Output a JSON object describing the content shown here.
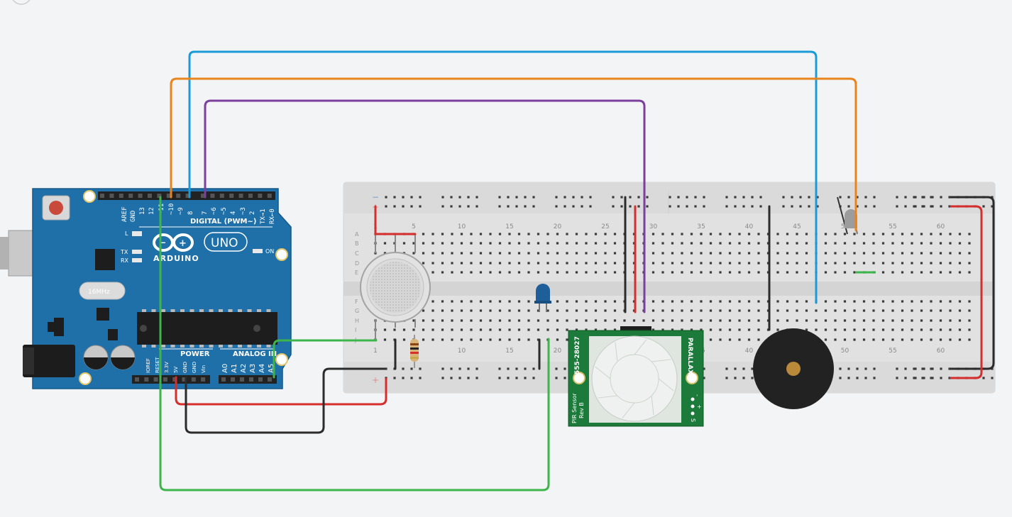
{
  "arduino": {
    "header_labels": [
      "AREF",
      "GND",
      "13",
      "12",
      "~11",
      "~10",
      "~9",
      "8",
      "7",
      "~6",
      "~5",
      "4",
      "~3",
      "2",
      "TX→1",
      "RX←0"
    ],
    "digital_label": "DIGITAL (PWM~)",
    "brand": "ARDUINO",
    "model": "UNO",
    "led_l": "L",
    "led_tx": "TX",
    "led_rx": "RX",
    "led_on": "ON",
    "power_label": "POWER",
    "analog_label": "ANALOG IN",
    "power_pins": [
      "IOREF",
      "RESET",
      "3.3V",
      "5V",
      "GND",
      "GND",
      "Vin"
    ],
    "analog_pins": [
      "A0",
      "A1",
      "A2",
      "A3",
      "A4",
      "A5"
    ],
    "crystal": "16MHz"
  },
  "breadboard": {
    "column_numbers": [
      "1",
      "5",
      "10",
      "15",
      "20",
      "25",
      "30",
      "35",
      "40",
      "45",
      "50",
      "55",
      "60"
    ],
    "row_letters_top": [
      "A",
      "B",
      "C",
      "D",
      "E"
    ],
    "row_letters_bottom": [
      "F",
      "G",
      "H",
      "I",
      "J"
    ],
    "rail_minus": "−",
    "rail_plus": "+"
  },
  "pir": {
    "part_number": "555-28027",
    "brand": "PARALLAX",
    "model_line1": "PIR Sensor",
    "model_line2": "Rev B",
    "pin_labels": [
      "-",
      "+",
      "S"
    ]
  },
  "wire_colors": {
    "blue": "#1a9bd7",
    "orange": "#e8841c",
    "purple": "#7b3f9e",
    "green": "#3db54a",
    "red": "#d62d2d",
    "black": "#2b2b2b"
  }
}
